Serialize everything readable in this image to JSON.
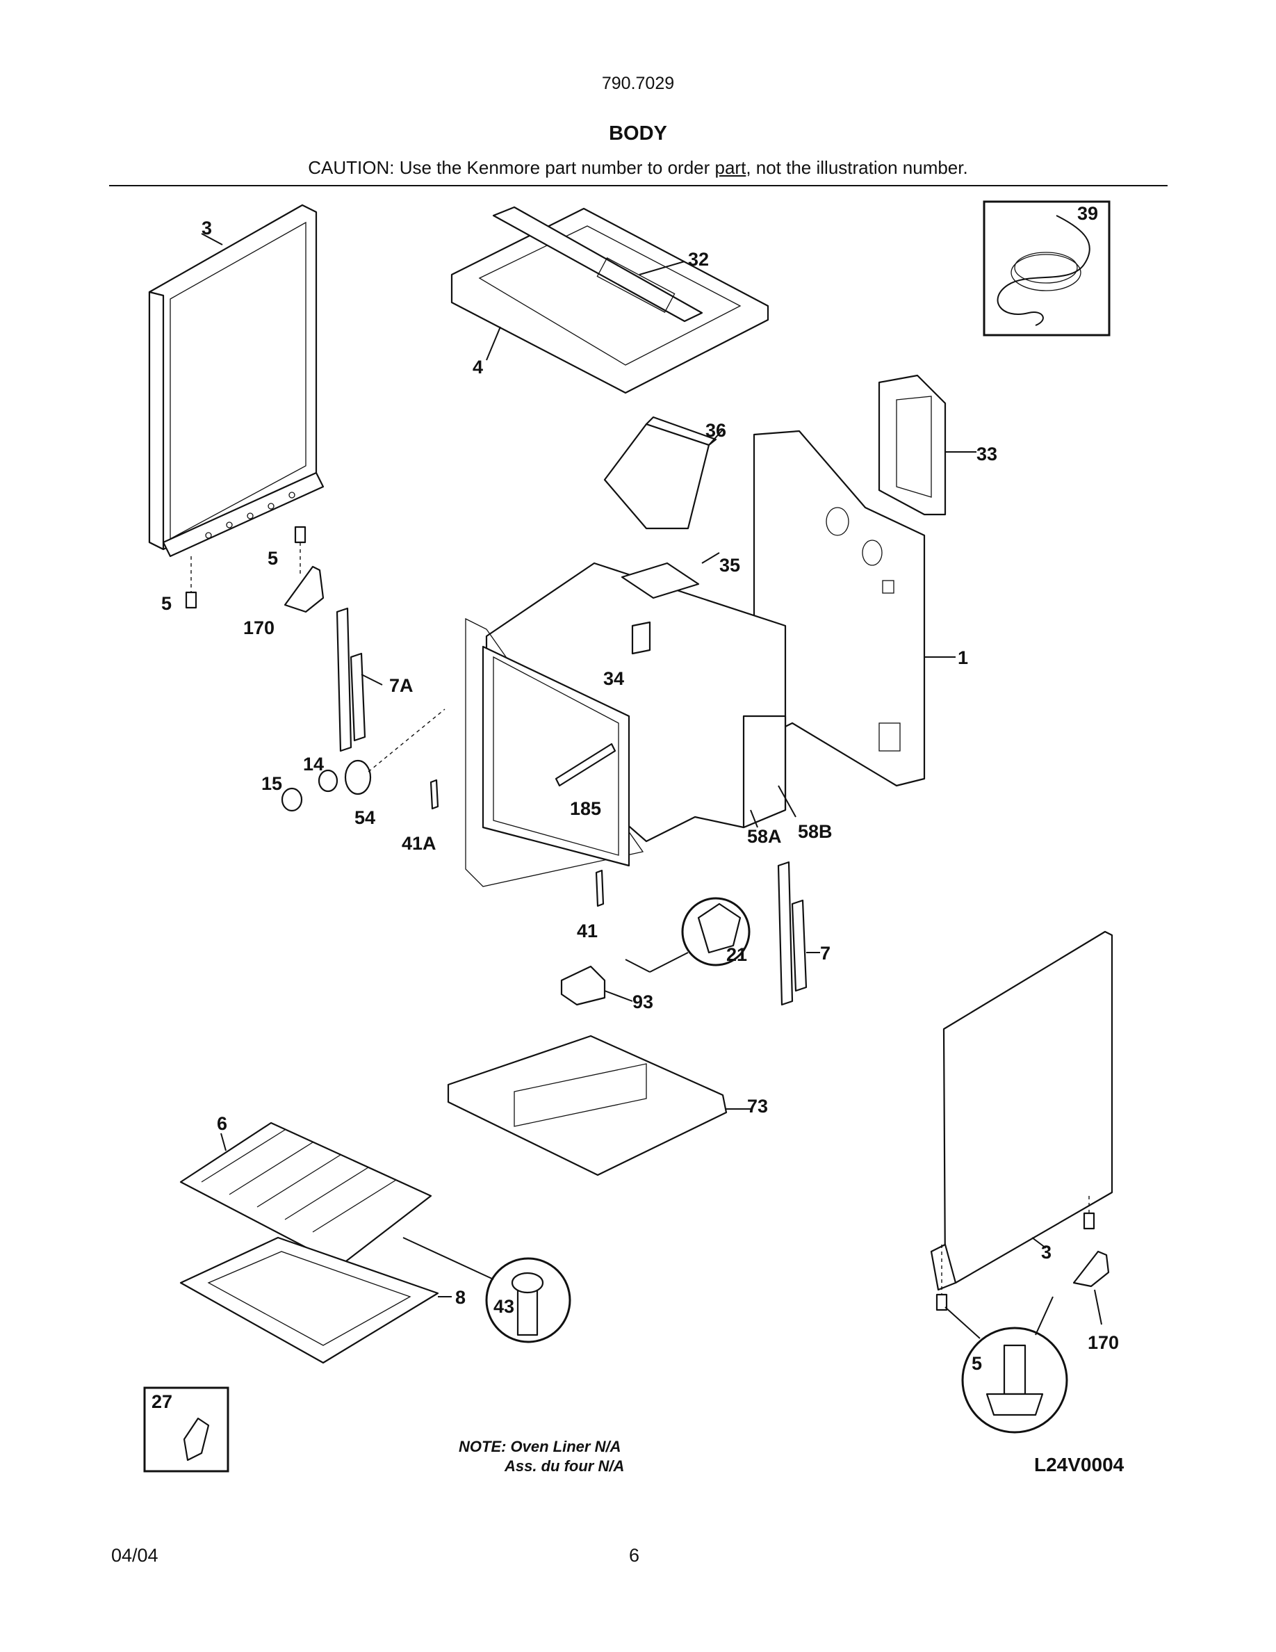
{
  "header": {
    "model": "790.7029",
    "title": "BODY",
    "caution_prefix": "CAUTION: Use the Kenmore part number to order ",
    "caution_link": "part",
    "caution_suffix": ", not the illustration number."
  },
  "callouts": {
    "c3_top": "3",
    "c32": "32",
    "c39": "39",
    "c4": "4",
    "c36": "36",
    "c33": "33",
    "c5_a": "5",
    "c5_b": "5",
    "c170_left": "170",
    "c35": "35",
    "c7A": "7A",
    "c34": "34",
    "c1": "1",
    "c14": "14",
    "c15": "15",
    "c54": "54",
    "c41A": "41A",
    "c185": "185",
    "c58A": "58A",
    "c58B": "58B",
    "c41": "41",
    "c21": "21",
    "c7": "7",
    "c93": "93",
    "c73": "73",
    "c6": "6",
    "c8": "8",
    "c43": "43",
    "c3_bottom": "3",
    "c170_right": "170",
    "c5_detail": "5",
    "c27": "27"
  },
  "note": {
    "line1": "NOTE: Oven Liner N/A",
    "line2": "Ass. du four N/A"
  },
  "diagram_code": "L24V0004",
  "footer": {
    "date": "04/04",
    "page": "6"
  }
}
